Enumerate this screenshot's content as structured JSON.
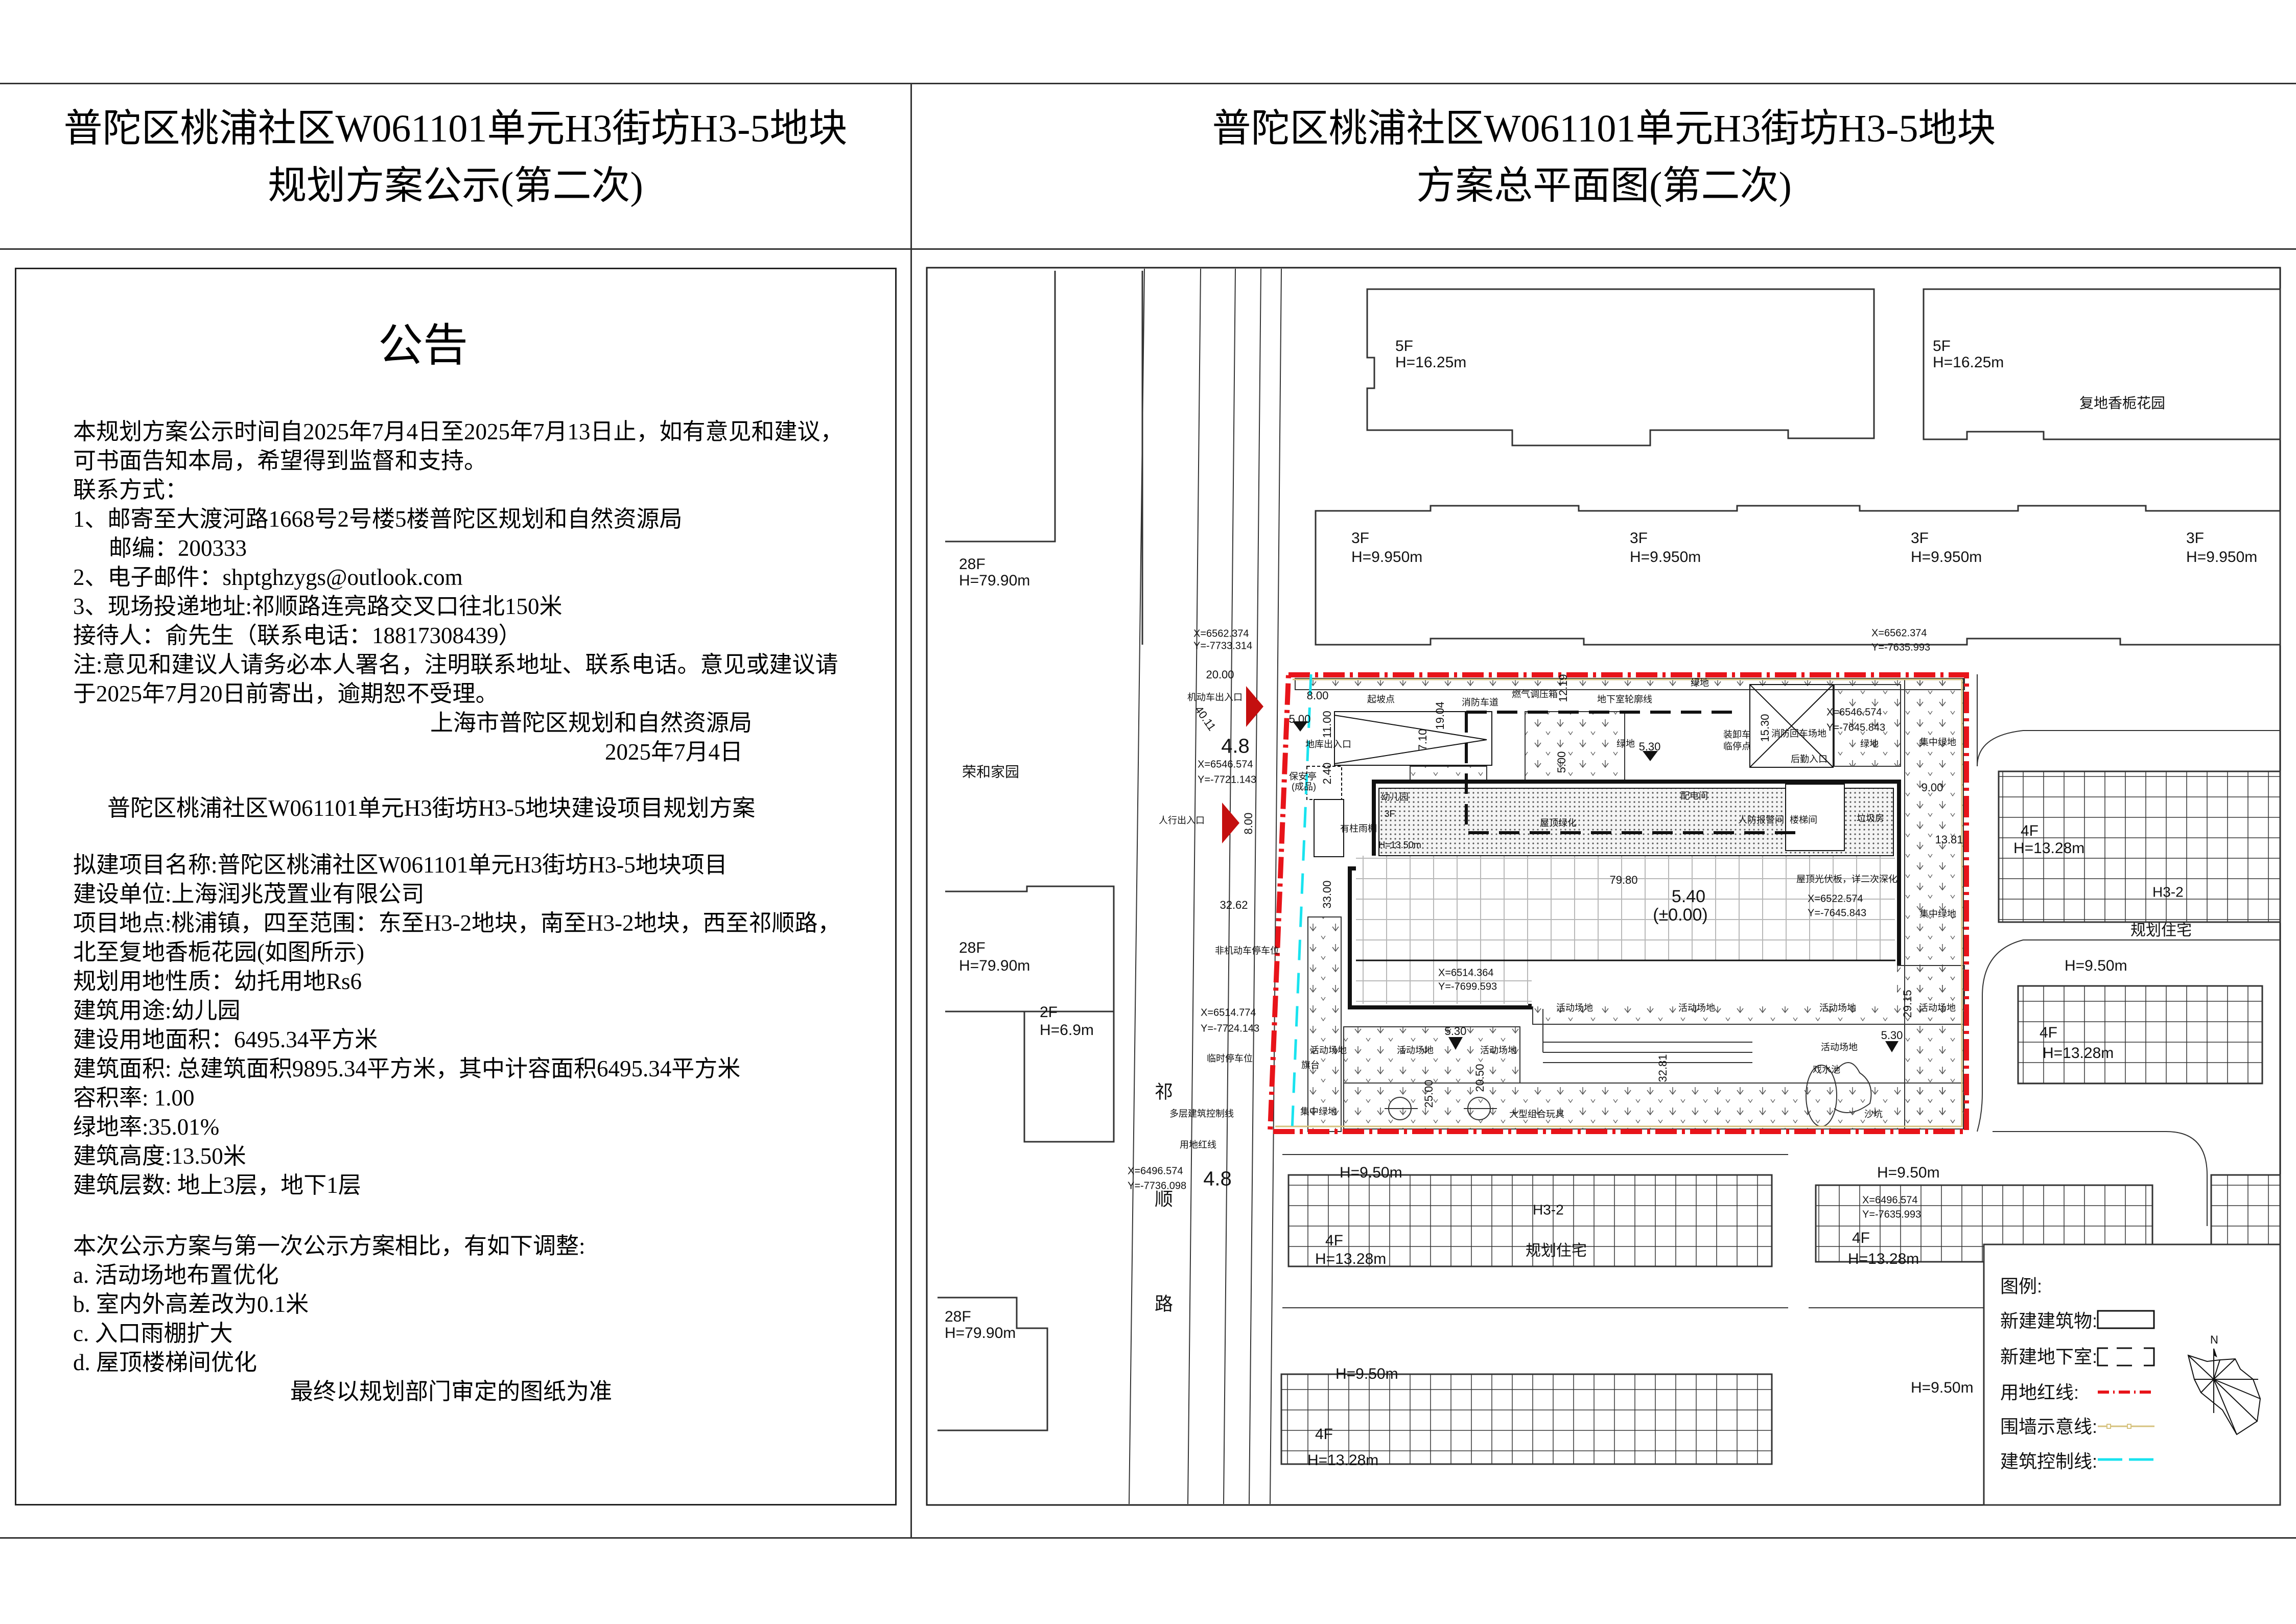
{
  "left_title": [
    "普陀区桃浦社区W061101单元H3街坊H3-5地块",
    "规划方案公示(第二次)"
  ],
  "right_title": [
    "普陀区桃浦社区W061101单元H3街坊H3-5地块",
    "方案总平面图(第二次)"
  ],
  "notice": {
    "heading": "公告",
    "intro": [
      "本规划方案公示时间自2025年7月4日至2025年7月13日止，如有意见和建议，",
      "可书面告知本局，希望得到监督和支持。",
      "联系方式：",
      "1、邮寄至大渡河路1668号2号楼5楼普陀区规划和自然资源局",
      "邮编：200333",
      "2、电子邮件：shptghzygs@outlook.com",
      "3、现场投递地址:祁顺路连亮路交叉口往北150米",
      "接待人：俞先生（联系电话：18817308439）",
      "注:意见和建议人请务必本人署名，注明联系地址、联系电话。意见或建议请",
      "于2025年7月20日前寄出，逾期恕不受理。",
      "上海市普陀区规划和自然资源局",
      "2025年7月4日"
    ],
    "project_title": "普陀区桃浦社区W061101单元H3街坊H3-5地块建设项目规划方案",
    "details": [
      "拟建项目名称:普陀区桃浦社区W061101单元H3街坊H3-5地块项目",
      "建设单位:上海润兆茂置业有限公司",
      "项目地点:桃浦镇，四至范围：东至H3-2地块，南至H3-2地块，西至祁顺路，",
      "北至复地香栀花园(如图所示)",
      "规划用地性质：幼托用地Rs6",
      "建筑用途:幼儿园",
      "建设用地面积：6495.34平方米",
      "建筑面积: 总建筑面积9895.34平方米，其中计容面积6495.34平方米",
      "容积率: 1.00",
      "绿地率:35.01%",
      "建筑高度:13.50米",
      "建筑层数: 地上3层，地下1层"
    ],
    "changes_intro": "本次公示方案与第一次公示方案相比，有如下调整:",
    "changes": [
      "a. 活动场地布置优化",
      "b. 室内外高差改为0.1米",
      "c. 入口雨棚扩大",
      "d. 屋顶楼梯间优化"
    ],
    "footer": "最终以规划部门审定的图纸为准"
  },
  "plan_labels": [
    "5F",
    "H=16.25m",
    "5F",
    "H=16.25m",
    "复地香栀花园",
    "3F",
    "H=9.950m",
    "3F",
    "H=9.950m",
    "3F",
    "H=9.950m",
    "3F",
    "H=9.950m",
    "28F",
    "H=79.90m",
    "28F",
    "H=79.90m",
    "28F",
    "H=79.90m",
    "2F",
    "H=6.9m",
    "荣和家园",
    "祁",
    "顺",
    "路",
    "4F",
    "H=13.28m",
    "H3-2",
    "规划住宅",
    "H=9.50m",
    "4F",
    "H=13.28m",
    "H=9.50m",
    "H=9.50m",
    "H3-2",
    "规划住宅",
    "4F",
    "H=13.28m",
    "X=6496.574",
    "Y=-7635.993",
    "4F",
    "H=13.28m",
    "H=9.50m",
    "4F",
    "H=13.28m",
    "H=9.50m",
    "X=6562.374",
    "Y=-7733.314",
    "X=6546.574",
    "Y=-7721.143",
    "X=6514.774",
    "Y=-7724.143",
    "X=6496.574",
    "Y=-7736.098",
    "X=6562.374",
    "Y=-7635.993",
    "X=6546.574",
    "Y=-7645.843",
    "X=6522.574",
    "Y=-7645.843",
    "X=6514.364",
    "Y=-7699.593",
    "机动车出入口",
    "人行出入口",
    "起坡点",
    "消防车道",
    "燃气调压箱",
    "地下室轮廓线",
    "绿地",
    "绿地",
    "地库出入口",
    "保安亭",
    "(成品)",
    "幼儿园",
    "3F",
    "H=13.50m",
    "有柱雨棚",
    "非机动车停车位",
    "装卸车",
    "临停点",
    "消防回车场地",
    "后勤入口",
    "绿地",
    "集中绿地",
    "集中绿地",
    "配电间",
    "屋顶绿化",
    "人防报警间",
    "楼梯间",
    "垃圾房",
    "屋顶光伏板，详二次深化",
    "活动场地",
    "活动场地",
    "活动场地",
    "活动场地",
    "活动场地",
    "活动场地",
    "活动场地",
    "活动场地",
    "旗台",
    "集中绿地",
    "大型组合玩具",
    "戏水池",
    "沙坑",
    "临时停车位",
    "多层建筑控制线",
    "用地红线",
    "5.40",
    "(±0.00)",
    "4.8",
    "4.8",
    "20.00",
    "40.11",
    "8.00",
    "5.00",
    "11.00",
    "7.10",
    "19.04",
    "12.19",
    "5.00",
    "2.40",
    "8.00",
    "33.00",
    "32.62",
    "79.80",
    "15.30",
    "9.00",
    "13.81",
    "5.30",
    "5.30",
    "5.30",
    "29.15",
    "32.81",
    "25.00",
    "20.50"
  ],
  "legend": {
    "title": "图例:",
    "items": [
      "新建建筑物:",
      "新建地下室:",
      "用地红线:",
      "围墙示意线:",
      "建筑控制线:"
    ]
  },
  "compass": "N",
  "colors": {
    "red_line": "#e8141a",
    "control_line": "#19e3ef",
    "wall_line": "#d6c27e",
    "entry_arrow": "#c40f0f"
  }
}
